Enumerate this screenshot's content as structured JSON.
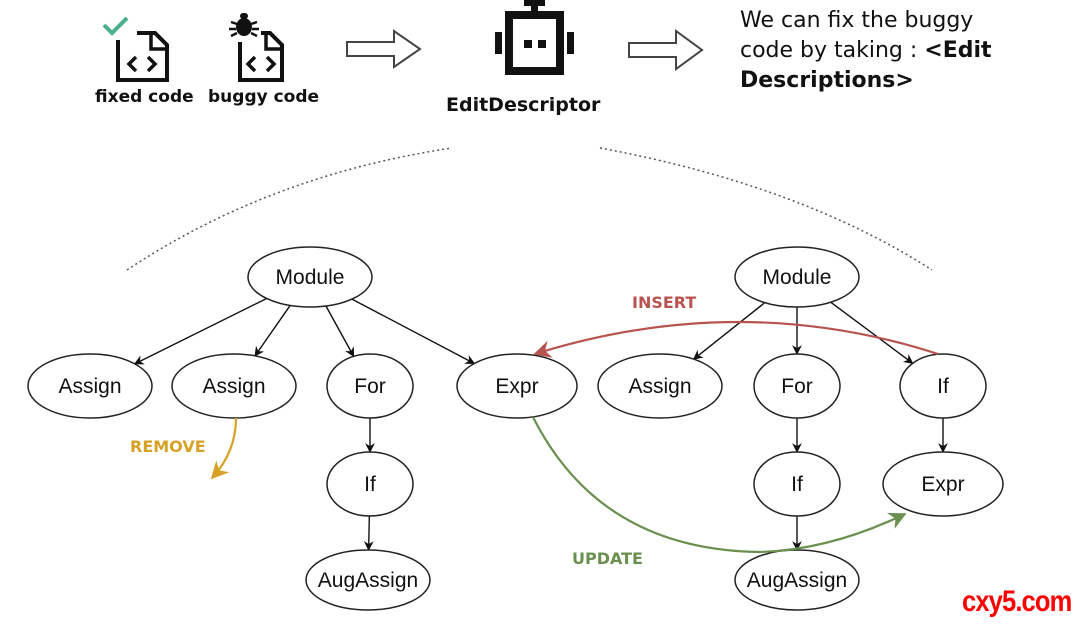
{
  "header": {
    "inputs": [
      {
        "label": "fixed code",
        "icon": "fixed-code-file-icon",
        "badge_color": "#4caf8f"
      },
      {
        "label": "buggy code",
        "icon": "buggy-code-file-icon"
      }
    ],
    "model": {
      "label": "EditDescriptor",
      "icon": "robot-icon"
    },
    "output": {
      "text_plain": "We can fix the buggy code by taking : ",
      "text_line1": "We can fix the buggy",
      "text_line2": "code by taking : ",
      "text_bold_a": "<Edit",
      "text_bold_b": "Descriptions>"
    }
  },
  "trees": {
    "buggy": {
      "nodes": [
        {
          "id": "m1",
          "label": "Module"
        },
        {
          "id": "a1",
          "label": "Assign"
        },
        {
          "id": "a2",
          "label": "Assign"
        },
        {
          "id": "f1",
          "label": "For"
        },
        {
          "id": "e1",
          "label": "Expr"
        },
        {
          "id": "i1",
          "label": "If"
        },
        {
          "id": "g1",
          "label": "AugAssign"
        }
      ],
      "edges": [
        [
          "m1",
          "a1"
        ],
        [
          "m1",
          "a2"
        ],
        [
          "m1",
          "f1"
        ],
        [
          "m1",
          "e1"
        ],
        [
          "f1",
          "i1"
        ],
        [
          "i1",
          "g1"
        ]
      ]
    },
    "fixed": {
      "nodes": [
        {
          "id": "m2",
          "label": "Module"
        },
        {
          "id": "a3",
          "label": "Assign"
        },
        {
          "id": "f2",
          "label": "For"
        },
        {
          "id": "i2",
          "label": "If"
        },
        {
          "id": "i3",
          "label": "If"
        },
        {
          "id": "e2",
          "label": "Expr"
        },
        {
          "id": "g2",
          "label": "AugAssign"
        }
      ],
      "edges": [
        [
          "m2",
          "a3"
        ],
        [
          "m2",
          "f2"
        ],
        [
          "m2",
          "i3"
        ],
        [
          "f2",
          "i2"
        ],
        [
          "i2",
          "g2"
        ],
        [
          "i3",
          "e2"
        ]
      ]
    }
  },
  "edits": [
    {
      "op": "INSERT",
      "label": "INSERT",
      "from": "i3",
      "to": "e1",
      "color": "#b85450"
    },
    {
      "op": "REMOVE",
      "label": "REMOVE",
      "from": "a2",
      "to": null,
      "color": "#d6a125"
    },
    {
      "op": "UPDATE",
      "label": "UPDATE",
      "from": "e1",
      "to": "e2",
      "color": "#6a8f4e"
    }
  ],
  "watermark": "cxy5.com"
}
